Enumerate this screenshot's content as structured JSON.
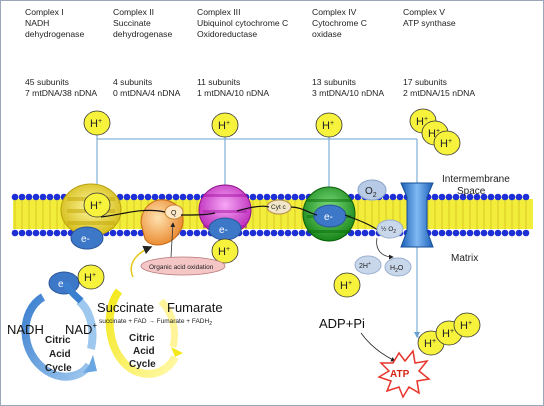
{
  "complexes": [
    {
      "name": "Complex I",
      "enzyme_line1": "NADH",
      "enzyme_line2": "dehydrogenase",
      "subunits": "45 subunits",
      "dna": "7 mtDNA/38 nDNA"
    },
    {
      "name": "Complex II",
      "enzyme_line1": "Succinate",
      "enzyme_line2": "dehydrogenase",
      "subunits": "4 subunits",
      "dna": "0 mtDNA/4 nDNA"
    },
    {
      "name": "Complex III",
      "enzyme_line1": "Ubiquinol cytochrome C",
      "enzyme_line2": "Oxidoreductase",
      "subunits": "11 subunits",
      "dna": "1 mtDNA/10 nDNA"
    },
    {
      "name": "Complex IV",
      "enzyme_line1": "Cytochrome C",
      "enzyme_line2": "oxidase",
      "subunits": "13 subunits",
      "dna": "3 mtDNA/10 nDNA"
    },
    {
      "name": "Complex V",
      "enzyme_line1": "ATP synthase",
      "enzyme_line2": "",
      "subunits": "17 subunits",
      "dna": "2 mtDNA/15 nDNA"
    }
  ],
  "labels": {
    "proton": "H",
    "proton_charge": "+",
    "electron": "e-",
    "q": "Q",
    "cyt_c": "Cyt c",
    "o2": "O",
    "o2_sub": "2",
    "half_o2": "½ O",
    "half_o2_sub": "2",
    "two_h": "2H",
    "two_h_sup": "+",
    "water": "H",
    "water_sub": "2",
    "water_end": "O",
    "intermembrane_line1": "Intermembrane",
    "intermembrane_line2": "Space",
    "matrix": "Matrix",
    "organic_acid": "Organic acid oxidation",
    "nadh": "NADH",
    "nad": "NAD",
    "nad_sup": "+",
    "citric_acid_1": "Citric",
    "citric_acid_2": "Acid",
    "citric_acid_3": "Cycle",
    "succinate": "Succinate",
    "fumarate": "Fumarate",
    "reaction": "succinate + FAD → Fumarate + FADH",
    "reaction_sub": "2",
    "adp_pi": "ADP+Pi",
    "atp": "ATP"
  },
  "colors": {
    "membrane_head": "#1f2fd6",
    "membrane_tail": "#f2ec3a",
    "proton_fill": "#f7f33c",
    "complex1": "#e2d22a",
    "complex2": "#f3a13c",
    "complex3": "#d83bd6",
    "complex4": "#1e9e1e",
    "complex5": "#2a7fd8",
    "electron_fill": "#3d78c8",
    "pathway_line": "#6aa0cf",
    "atp_burst": "#e8342a"
  }
}
